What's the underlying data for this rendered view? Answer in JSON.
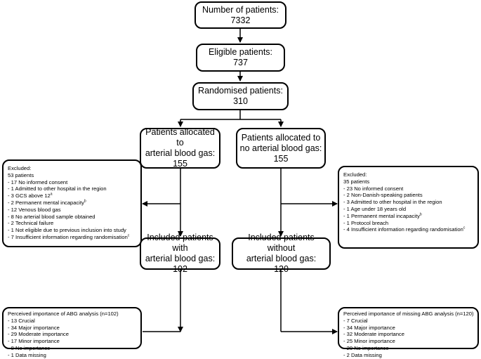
{
  "boxes": {
    "total": {
      "label": "Number of patients:",
      "value": "7332"
    },
    "eligible": {
      "label": "Eligible patients:",
      "value": "737"
    },
    "randomised": {
      "label": "Randomised patients:",
      "value": "310"
    },
    "alloc_abg": {
      "line1": "Patients allocated to",
      "line2": "arterial blood gas:",
      "value": "155"
    },
    "alloc_noabg": {
      "line1": "Patients allocated to",
      "line2": "no arterial blood gas:",
      "value": "155"
    },
    "incl_abg": {
      "line1": "Included patients",
      "line2": "with",
      "line3": "arterial blood gas:",
      "value": "102"
    },
    "incl_noabg": {
      "line1": "Included patients",
      "line2": "without",
      "line3": "arterial blood gas:",
      "value": "120"
    }
  },
  "excluded_left": {
    "lines": [
      {
        "text": "Excluded:"
      },
      {
        "text": "53 patients"
      },
      {
        "text": "- 17 No informed consent"
      },
      {
        "text": "- 1 Admitted to other hospital in the region"
      },
      {
        "text": "- 3 GCS above 12",
        "sup": "a"
      },
      {
        "text": "- 2 Permanent mental incapacity",
        "sup": "b"
      },
      {
        "text": "- 12 Venous blood gas"
      },
      {
        "text": "- 8 No arterial blood sample obtained"
      },
      {
        "text": "- 2 Technical failure"
      },
      {
        "text": "- 1 Not eligible due to previous inclusion into study"
      },
      {
        "text": "- 7 Insufficient information regarding randomisation",
        "sup": "c"
      }
    ]
  },
  "excluded_right": {
    "lines": [
      {
        "text": "Excluded:"
      },
      {
        "text": "35 patients"
      },
      {
        "text": "- 23 No informed consent"
      },
      {
        "text": "- 2 Non-Danish-speaking patients"
      },
      {
        "text": "- 3 Admitted to other hospital in the region"
      },
      {
        "text": "- 1 Age under 18 years old"
      },
      {
        "text": "- 1 Permanent mental incapacity",
        "sup": "b"
      },
      {
        "text": "- 1 Protocol breach"
      },
      {
        "text": "- 4 Insufficient information regarding randomisation",
        "sup": "c"
      }
    ]
  },
  "importance_left": {
    "lines": [
      {
        "text": "Perceived importance of ABG analysis (n=102)"
      },
      {
        "text": "- 13 Crucial"
      },
      {
        "text": "- 34 Major importance"
      },
      {
        "text": "- 29 Moderate importance"
      },
      {
        "text": "- 17 Minor importance"
      },
      {
        "text": "- 8 No importance"
      },
      {
        "text": "- 1 Data missing"
      }
    ]
  },
  "importance_right": {
    "lines": [
      {
        "text": "Perceived importance of missing ABG analysis (n=120)"
      },
      {
        "text": "- 7 Crucial"
      },
      {
        "text": "- 34 Major importance"
      },
      {
        "text": "- 32 Moderate importance"
      },
      {
        "text": "- 25 Minor importance"
      },
      {
        "text": "- 20 No importance"
      },
      {
        "text": "- 2 Data missing"
      }
    ]
  }
}
